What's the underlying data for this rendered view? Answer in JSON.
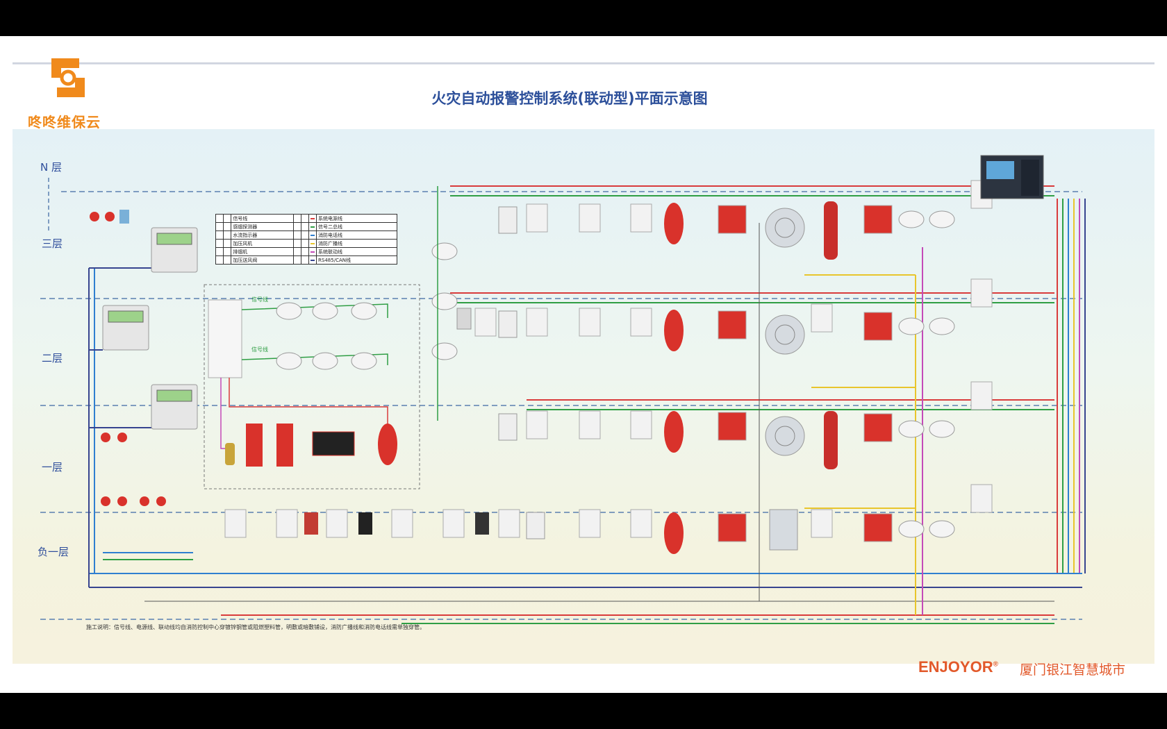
{
  "brand_logo": {
    "name": "咚咚维保云",
    "color": "#f08a1c"
  },
  "title": "火灾自动报警控制系统(联动型)平面示意图",
  "floors": [
    "N 层",
    "三层",
    "二层",
    "一层",
    "负一层"
  ],
  "signal_label": "信号线",
  "legend": {
    "rows": [
      [
        "",
        "",
        "信号线",
        "",
        "",
        "",
        "系统电源线"
      ],
      [
        "",
        "",
        "感烟探测器",
        "",
        "",
        "",
        "信号二总线"
      ],
      [
        "",
        "",
        "水流指示器",
        "",
        "",
        "",
        "消防电话线"
      ],
      [
        "",
        "",
        "加压风机",
        "",
        "",
        "",
        "消防广播线"
      ],
      [
        "",
        "",
        "排烟机",
        "",
        "",
        "",
        "系统联动线"
      ],
      [
        "",
        "",
        "加压送风阀",
        "",
        "",
        "",
        "RS485/CAN线"
      ]
    ]
  },
  "note": "施工说明：信号线、电源线、联动线均自消防控制中心穿镀锌钢管或阻燃塑料管，明敷或暗敷铺设，消防广播线和消防电话线需单独穿管。",
  "footer": {
    "brand": "ENJOYOR",
    "registered": "®",
    "company": "厦门银江智慧城市"
  },
  "colors": {
    "accent": "#f08a1c",
    "title": "#2c4f9a",
    "brand": "#e2592a",
    "power_line": "#d93b3b",
    "signal_line": "#2f9e44",
    "phone_line": "#2f7fd0",
    "broadcast_line": "#e8c52c",
    "linkage_line": "#c44ab8",
    "bus_line": "#37448f"
  }
}
